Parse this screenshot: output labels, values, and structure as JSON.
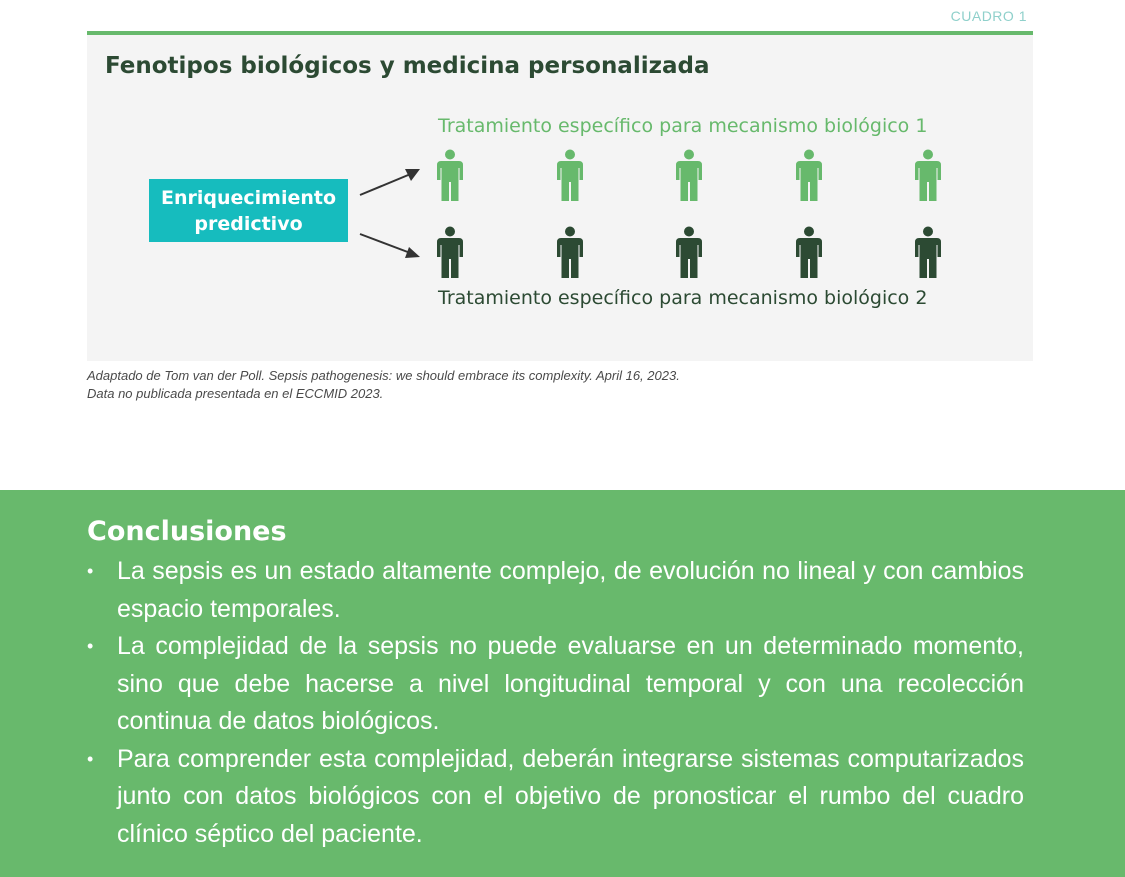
{
  "cuadro_label": "CUADRO 1",
  "figure": {
    "title": "Fenotipos biológicos y medicina personalizada",
    "enrichment_label": "Enriquecimiento predictivo",
    "top_row_label": "Tratamiento específico para mecanismo biológico 1",
    "bottom_row_label": "Tratamiento específico para mecanismo biológico 2",
    "top_people_count": 5,
    "bottom_people_count": 5,
    "colors": {
      "accent_green": "#67b96c",
      "dark_green": "#2c4a33",
      "teal": "#16bcbe"
    },
    "icons": [
      "person-icon",
      "arrow-icon"
    ]
  },
  "source": {
    "line1": "Adaptado de Tom van der Poll. Sepsis pathogenesis: we should embrace its complexity. April 16, 2023.",
    "line2": "Data no publicada presentada en el ECCMID 2023."
  },
  "conclusions": {
    "title": "Conclusiones",
    "bullet": "•",
    "items": [
      "La sepsis es un estado altamente complejo, de evolución no lineal y con cambios espacio temporales.",
      "La complejidad de la sepsis no puede evaluarse en un determinado momento, sino que debe hacerse a nivel longitudinal temporal y con una recolección continua de datos biológicos.",
      "Para comprender esta complejidad, deberán integrarse sistemas computarizados junto con datos biológicos con el objetivo de pronosticar el rumbo del cuadro clínico séptico del paciente."
    ]
  }
}
